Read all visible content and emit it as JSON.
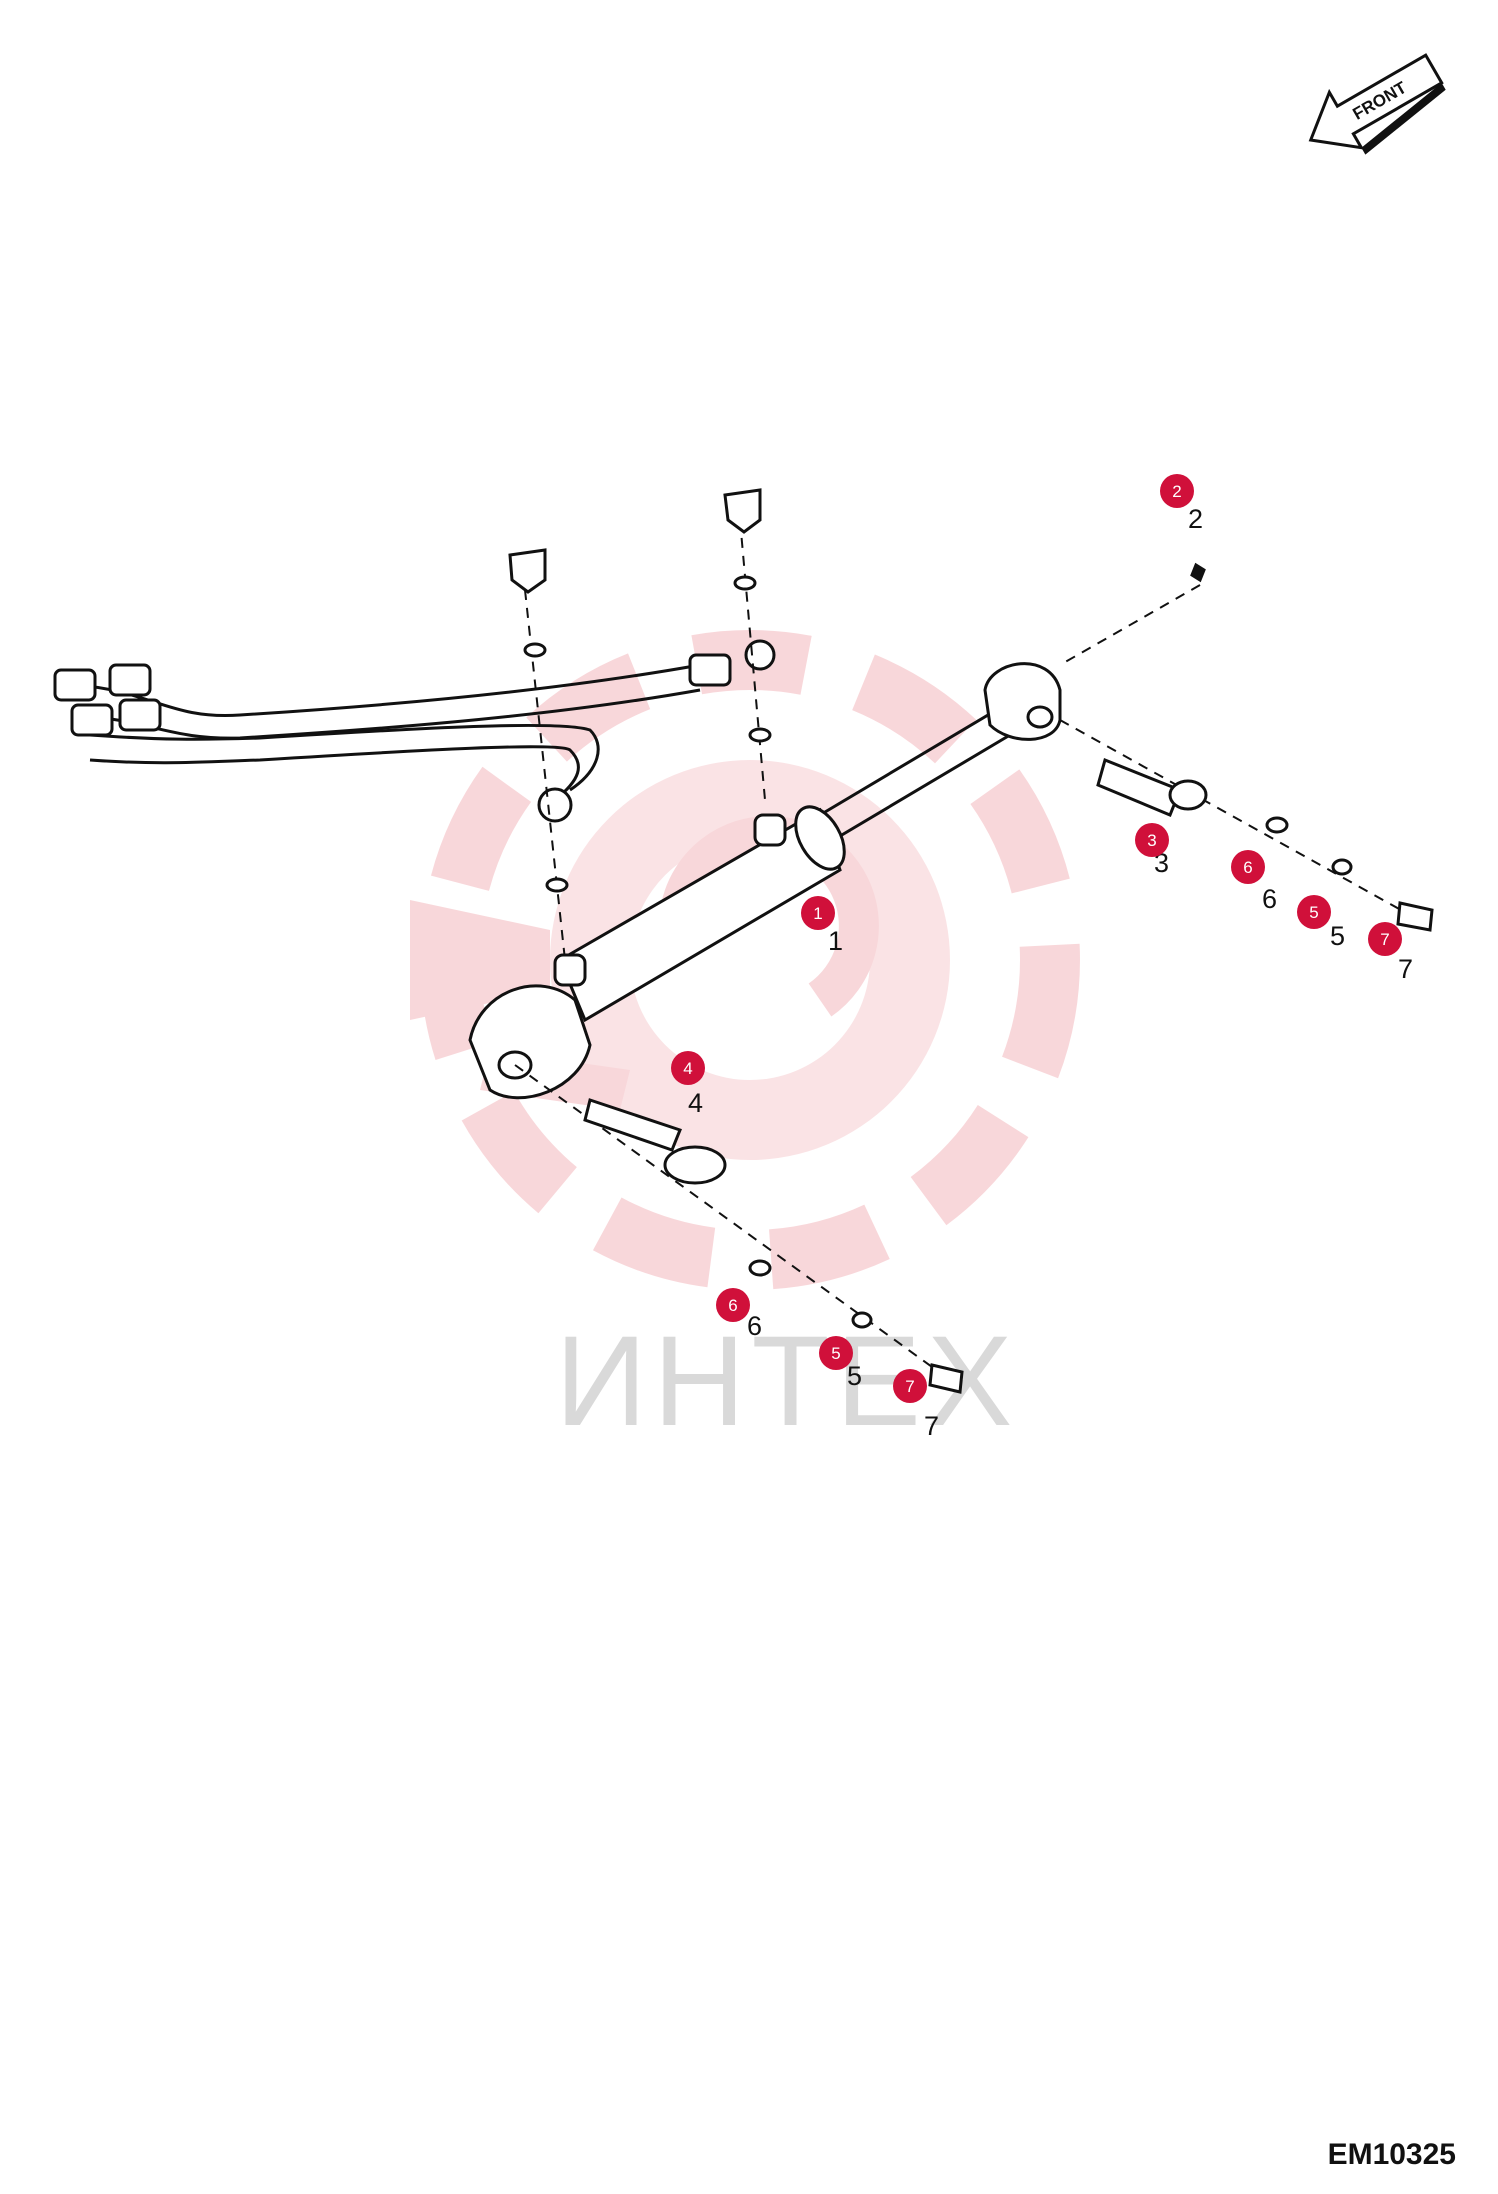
{
  "orientation": {
    "label": "FRONT"
  },
  "watermark": {
    "text": "ИНТЕХ",
    "color": "#f4b8bd"
  },
  "callout_color": "#d0103a",
  "callouts": [
    {
      "id": "c2",
      "num": "2"
    },
    {
      "id": "c1",
      "num": "1"
    },
    {
      "id": "c3",
      "num": "3"
    },
    {
      "id": "c6a",
      "num": "6"
    },
    {
      "id": "c5a",
      "num": "5"
    },
    {
      "id": "c7a",
      "num": "7"
    },
    {
      "id": "c4",
      "num": "4"
    },
    {
      "id": "c6b",
      "num": "6"
    },
    {
      "id": "c5b",
      "num": "5"
    },
    {
      "id": "c7b",
      "num": "7"
    }
  ],
  "labels": [
    "2",
    "1",
    "3",
    "6",
    "5",
    "7",
    "4",
    "6",
    "5",
    "7"
  ],
  "doc_code": "EM10325"
}
